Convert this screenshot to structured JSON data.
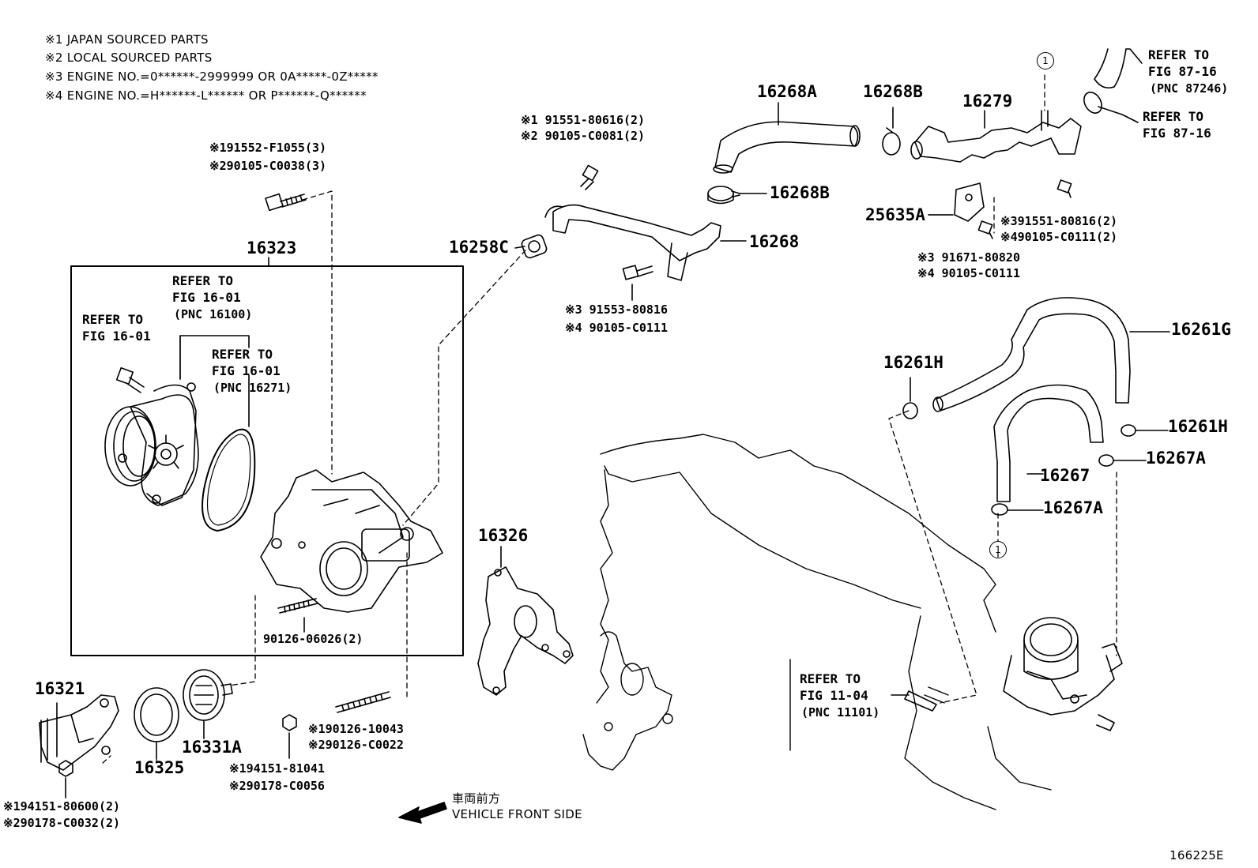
{
  "notes": [
    "※1 JAPAN SOURCED PARTS",
    "※2 LOCAL SOURCED PARTS",
    "※3 ENGINE NO.=0******-2999999 OR 0A*****-0Z*****",
    "※4 ENGINE NO.=H******-L****** OR P******-Q******"
  ],
  "labels": {
    "p16323": "16323",
    "p16321": "16321",
    "p16325": "16325",
    "p16331a": "16331A",
    "p16326": "16326",
    "p16258c": "16258C",
    "p16268": "16268",
    "p16268a": "16268A",
    "p16268b_top": "16268B",
    "p16268b_mid": "16268B",
    "p16279": "16279",
    "p25635a": "25635A",
    "p16261g": "16261G",
    "p16261h_left": "16261H",
    "p16261h_right": "16261H",
    "p16267": "16267",
    "p16267a_right": "16267A",
    "p16267a_lower": "16267A"
  },
  "fasteners": {
    "bolt_top_1": "※191552-F1055(3)",
    "bolt_top_2": "※290105-C0038(3)",
    "stud_inner": "90126-06026(2)",
    "stud_lower_1": "※190126-10043",
    "stud_lower_2": "※290126-C0022",
    "nut_lower_1": "※194151-81041",
    "nut_lower_2": "※290178-C0056",
    "nut_left_1": "※194151-80600(2)",
    "nut_left_2": "※290178-C0032(2)",
    "pipe_bolt_1": "※1 91551-80616(2)",
    "pipe_bolt_2": "※2 90105-C0081(2)",
    "pipe_bolt_low_1": "※3 91553-80816",
    "pipe_bolt_low_2": "※4 90105-C0111",
    "bracket_bolt_1": "※391551-80816(2)",
    "bracket_bolt_2": "※490105-C0111(2)",
    "bracket_bolt_low_1": "※3 91671-80820",
    "bracket_bolt_low_2": "※4 90105-C0111"
  },
  "refs": {
    "ref_a": [
      "REFER TO",
      "FIG 16-01",
      "(PNC 16100)"
    ],
    "ref_b": [
      "REFER TO",
      "FIG 16-01"
    ],
    "ref_c": [
      "REFER TO",
      "FIG 16-01",
      "(PNC 16271)"
    ],
    "ref_d": [
      "REFER TO",
      "FIG 87-16",
      "(PNC 87246)"
    ],
    "ref_e": [
      "REFER TO",
      "FIG 87-16"
    ],
    "ref_f": [
      "REFER TO",
      "FIG 11-04",
      "(PNC 11101)"
    ]
  },
  "circles": [
    "1",
    "1"
  ],
  "direction": {
    "jp": "車両前方",
    "en": "VEHICLE FRONT SIDE"
  },
  "figure_id": "166225E"
}
